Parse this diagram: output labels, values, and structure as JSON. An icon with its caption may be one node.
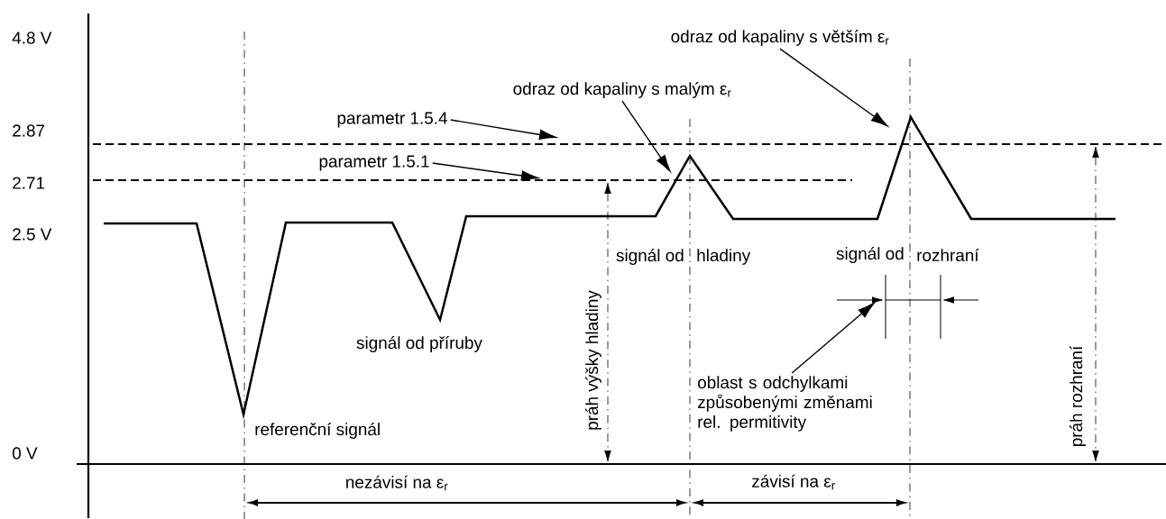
{
  "diagram": {
    "nodes": [
      {
        "text": [
          "parametr 1.5.4"
        ]
      },
      {
        "text": [
          "parametr 1.5.1"
        ]
      },
      {
        "text": [
          "odraz od kapaliny s malým ε$_{r}$"
        ]
      },
      {
        "text": [
          "odraz od kapaliny s větším ε$_{r}$"
        ]
      },
      {
        "text": [
          "oblast s odchylkami způsobenými změnami rel. permitivity"
        ]
      }
    ],
    "edges": [
      {
        "from": 0,
        "to": null,
        "arrow": "to"
      },
      {
        "from": 1,
        "to": null,
        "arrow": "to"
      },
      {
        "from": 2,
        "to": null,
        "arrow": "to"
      },
      {
        "from": 3,
        "to": null,
        "arrow": "to"
      },
      {
        "from": 4,
        "to": null,
        "arrow": "to"
      }
    ],
    "labels": [
      "4.8 V",
      "2.87",
      "2.71",
      "2.5 V",
      "0 V",
      "signál od",
      "hladiny",
      "signál od",
      "rozhraní",
      "signál od příruby",
      "referenční signál",
      "práh výšky hladiny",
      "práh rozhraní",
      "nezávisí na ε$_{r}$",
      "závisí na ε$_{r}$"
    ]
  }
}
